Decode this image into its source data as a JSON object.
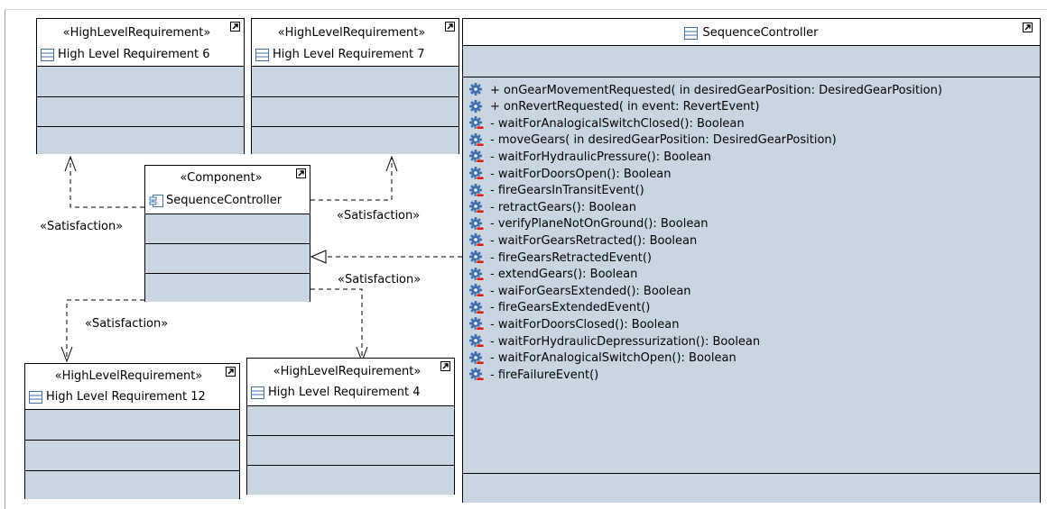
{
  "colors": {
    "compartment_fill": "#c9d6e2",
    "icon_blue": "#3f6fae",
    "icon_red": "#cc2222",
    "line": "#000000"
  },
  "requirements": [
    {
      "key": "hlr6",
      "stereotype": "«HighLevelRequirement»",
      "name": "High Level Requirement 6",
      "icon": "class-icon",
      "link_icon": "shortcut-arrow-icon"
    },
    {
      "key": "hlr7",
      "stereotype": "«HighLevelRequirement»",
      "name": "High Level Requirement 7",
      "icon": "class-icon",
      "link_icon": "shortcut-arrow-icon"
    },
    {
      "key": "hlr12",
      "stereotype": "«HighLevelRequirement»",
      "name": "High Level Requirement 12",
      "icon": "class-icon",
      "link_icon": "shortcut-arrow-icon"
    },
    {
      "key": "hlr4",
      "stereotype": "«HighLevelRequirement»",
      "name": "High Level Requirement 4",
      "icon": "class-icon",
      "link_icon": "shortcut-arrow-icon"
    }
  ],
  "component": {
    "stereotype": "«Component»",
    "name": "SequenceController",
    "icon": "component-icon",
    "link_icon": "shortcut-arrow-icon"
  },
  "class": {
    "name": "SequenceController",
    "icon": "class-icon",
    "link_icon": "shortcut-arrow-icon",
    "operations": [
      {
        "text": "+ onGearMovementRequested(  in desiredGearPosition: DesiredGearPosition)",
        "visibility": "public",
        "icon": "public-operation-icon"
      },
      {
        "text": "+ onRevertRequested(  in event: RevertEvent)",
        "visibility": "public",
        "icon": "public-operation-icon"
      },
      {
        "text": "- waitForAnalogicalSwitchClosed(): Boolean",
        "visibility": "private",
        "icon": "private-operation-icon"
      },
      {
        "text": "- moveGears(  in desiredGearPosition: DesiredGearPosition)",
        "visibility": "private",
        "icon": "private-operation-icon"
      },
      {
        "text": "- waitForHydraulicPressure(): Boolean",
        "visibility": "private",
        "icon": "private-operation-icon"
      },
      {
        "text": "- waitForDoorsOpen(): Boolean",
        "visibility": "private",
        "icon": "private-operation-icon"
      },
      {
        "text": "- fireGearsInTransitEvent()",
        "visibility": "private",
        "icon": "private-operation-icon"
      },
      {
        "text": "- retractGears(): Boolean",
        "visibility": "private",
        "icon": "private-operation-icon"
      },
      {
        "text": "- verifyPlaneNotOnGround(): Boolean",
        "visibility": "private",
        "icon": "private-operation-icon"
      },
      {
        "text": "- waitForGearsRetracted(): Boolean",
        "visibility": "private",
        "icon": "private-operation-icon"
      },
      {
        "text": "- fireGearsRetractedEvent()",
        "visibility": "private",
        "icon": "private-operation-icon"
      },
      {
        "text": "- extendGears(): Boolean",
        "visibility": "private",
        "icon": "private-operation-icon"
      },
      {
        "text": "- waiForGearsExtended(): Boolean",
        "visibility": "private",
        "icon": "private-operation-icon"
      },
      {
        "text": "- fireGearsExtendedEvent()",
        "visibility": "private",
        "icon": "private-operation-icon"
      },
      {
        "text": "- waitForDoorsClosed(): Boolean",
        "visibility": "private",
        "icon": "private-operation-icon"
      },
      {
        "text": "- waitForHydraulicDepressurization(): Boolean",
        "visibility": "private",
        "icon": "private-operation-icon"
      },
      {
        "text": "- waitForAnalogicalSwitchOpen(): Boolean",
        "visibility": "private",
        "icon": "private-operation-icon"
      },
      {
        "text": "- fireFailureEvent()",
        "visibility": "private",
        "icon": "private-operation-icon"
      }
    ]
  },
  "edges": [
    {
      "key": "sat-hlr6",
      "label": "«Satisfaction»",
      "type": "dependency"
    },
    {
      "key": "sat-hlr7",
      "label": "«Satisfaction»",
      "type": "dependency"
    },
    {
      "key": "sat-hlr12",
      "label": "«Satisfaction»",
      "type": "dependency"
    },
    {
      "key": "sat-hlr4",
      "label": "«Satisfaction»",
      "type": "dependency"
    },
    {
      "key": "realization",
      "label": "",
      "type": "realization"
    }
  ]
}
